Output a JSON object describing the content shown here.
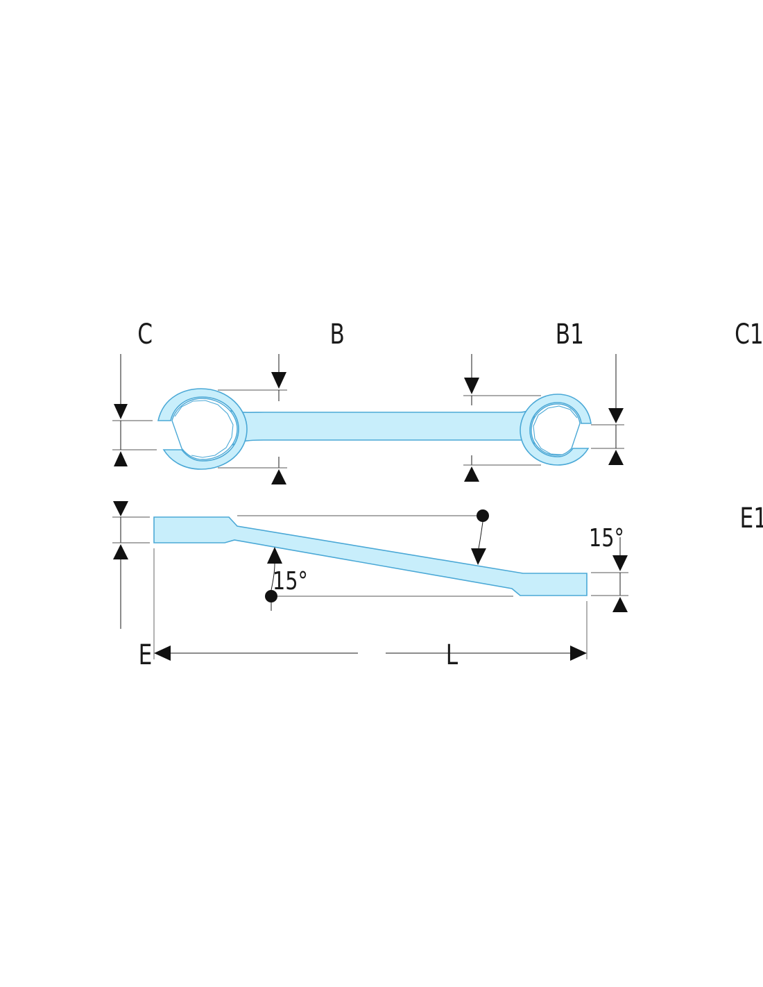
{
  "diagram": {
    "labels": {
      "c": "C",
      "b": "B",
      "b1": "B1",
      "c1": "C1",
      "e": "E",
      "e1": "E1",
      "l": "L",
      "angle_top": "15°",
      "angle_bottom": "15°"
    },
    "colors": {
      "tool_fill": "#c8eefb",
      "tool_outline": "#4aa8d6",
      "annotation": "#1a1a1a"
    }
  }
}
